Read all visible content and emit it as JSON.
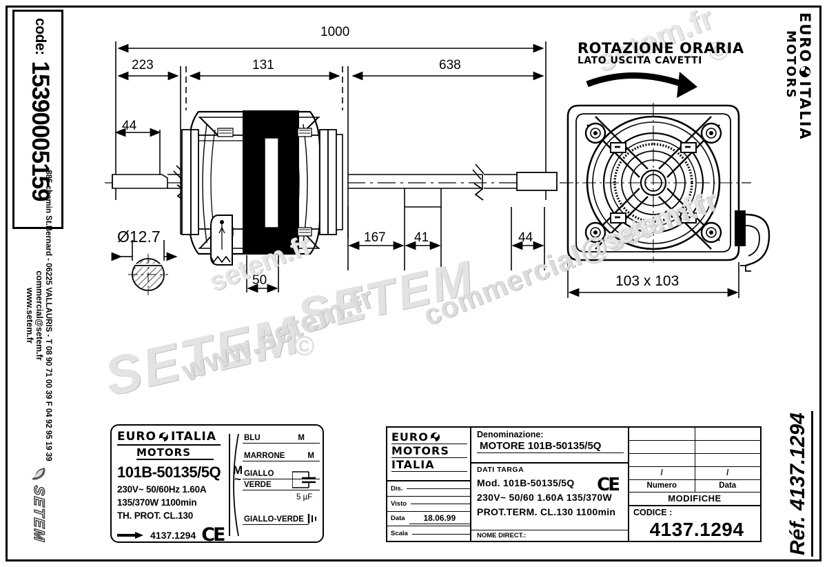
{
  "left_panel": {
    "code_label": "code:",
    "code_value": "15390005159",
    "website": "www.setem.fr",
    "email": "commercial@setem.fr",
    "address": "885 chemin St.Bernard  -  06225 VALLAURIS  -  T 08 90 71 00 39   F 04 92 95 19 39",
    "brand": "SETEM"
  },
  "right_panel": {
    "logo_line1": "EURO",
    "logo_line1b": "ITALIA",
    "logo_line2": "MOTORS",
    "ref_text": "Réf. 4137.1294"
  },
  "rotation_note": {
    "line1": "ROTAZIONE ORARIA",
    "line2": "LATO USCITA CAVETTI"
  },
  "dimensions": {
    "overall": "1000",
    "d223": "223",
    "d131": "131",
    "d638": "638",
    "d44_left": "44",
    "d50": "50",
    "d167": "167",
    "d41": "41",
    "d44_right": "44",
    "shaft_dia": "Ø12.7",
    "face": "103 x 103"
  },
  "nameplate": {
    "logo_euro": "EURO",
    "logo_italia": "ITALIA",
    "logo_motors": "MOTORS",
    "model": "101B-50135/5Q",
    "line_electric": "230V~   50/60Hz   1.60A",
    "line_power": "135/370W   1100min",
    "line_prot": "TH. PROT.   CL.130",
    "ce": "CE",
    "code": "4137.1294",
    "motor_symbol": "M",
    "motor_symbol_sub": "~",
    "wires": [
      {
        "name": "BLU",
        "terminal": "M"
      },
      {
        "name": "MARRONE",
        "terminal": "M"
      },
      {
        "name": "GIALLO",
        "terminal": ""
      },
      {
        "name": "VERDE",
        "terminal": ""
      }
    ],
    "capacitor": "5 µF",
    "earth_wire": "GIALLO-VERDE"
  },
  "title_block": {
    "logo_euro": "EURO",
    "logo_motors": "MOTORS",
    "logo_italia": "ITALIA",
    "fields": [
      {
        "label": "Dis.",
        "value": ""
      },
      {
        "label": "Visto",
        "value": ""
      },
      {
        "label": "Data",
        "value": "18.06.99"
      },
      {
        "label": "Scala",
        "value": ""
      }
    ],
    "denominazione_label": "Denominazione:",
    "denominazione_value": "MOTORE   101B-50135/5Q",
    "dati_targa_label": "DATI  TARGA",
    "dati_rows": [
      "Mod.   101B-50135/5Q",
      "230V~    50/60    1.60A    135/370W",
      "PROT.TERM.   CL.130   1100min"
    ],
    "ce": "CE",
    "nome_direct": "NOME  DIRECT.:",
    "mod_rows": [
      [
        "",
        ""
      ],
      [
        "",
        ""
      ],
      [
        "",
        ""
      ],
      [
        "/",
        "/"
      ]
    ],
    "mod_headers": [
      "Numero",
      "Data"
    ],
    "modifiche": "MODIFICHE",
    "codice_label": "CODICE  :",
    "codice_value": "4137.1294"
  },
  "watermarks": {
    "w1": "SETEM",
    "w2": "SETEM",
    "w3": "www.setem.fr",
    "w4": "commercial@setem.fr",
    "w5": "setem.fr",
    "w6": "setem.fr",
    "w7": "setem.fr",
    "copyright": "©"
  },
  "colors": {
    "ink": "#000000",
    "paper": "#ffffff",
    "watermark": "#e3e3e3"
  }
}
